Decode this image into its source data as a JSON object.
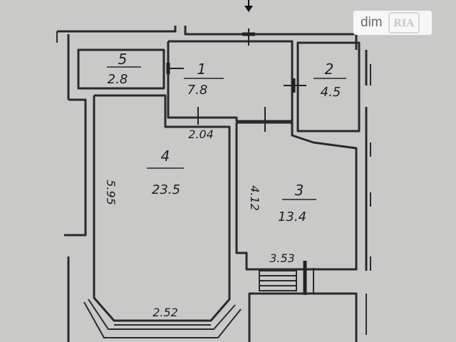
{
  "watermark": {
    "brand": "dim",
    "logo_text": "RIA"
  },
  "rooms": [
    {
      "number": "5",
      "area": "2.8"
    },
    {
      "number": "1",
      "area": "7.8"
    },
    {
      "number": "2",
      "area": "4.5"
    },
    {
      "number": "4",
      "area": "23.5"
    },
    {
      "number": "3",
      "area": "13.4"
    }
  ],
  "dimensions": {
    "hall_width": "2.04",
    "room4_length": "5.95",
    "room3_length": "4.12",
    "room3_width": "3.53",
    "bay_window": "2.52"
  },
  "icons": {
    "entrance": "down-arrow-icon"
  }
}
